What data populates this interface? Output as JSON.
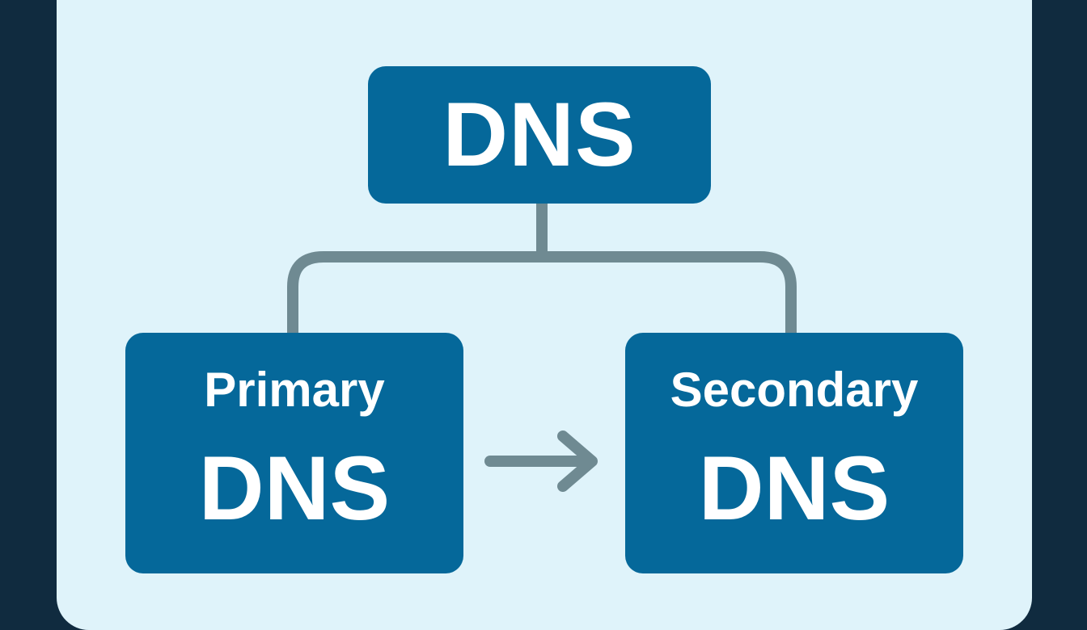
{
  "diagram": {
    "root": {
      "label": "DNS"
    },
    "primary": {
      "line1": "Primary",
      "line2": "DNS"
    },
    "secondary": {
      "line1": "Secondary",
      "line2": "DNS"
    }
  },
  "colors": {
    "background_dark": "#102b3f",
    "panel": "#dff3fa",
    "node_fill": "#05689a",
    "node_text": "#ffffff",
    "connector": "#6f8a92"
  }
}
